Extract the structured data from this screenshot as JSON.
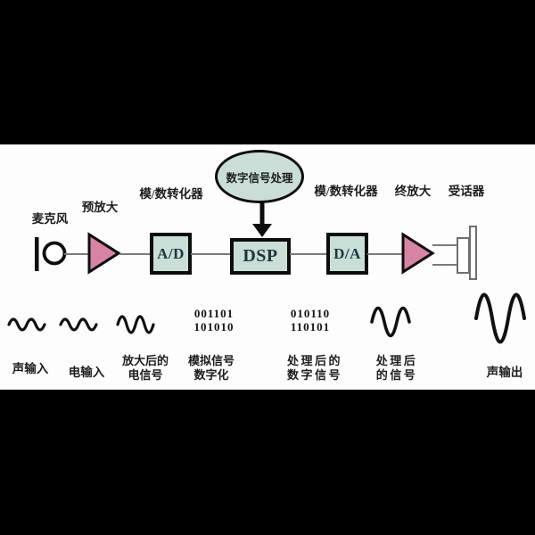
{
  "colors": {
    "background": "#000000",
    "band_bg": "#fdfdfd",
    "block_fill": "#c9ded7",
    "amp_fill": "#d783a6",
    "wire": "#7a7a7a",
    "text": "#1c1c1c",
    "block_text": "#1c3640",
    "outline": "#0d0d0d"
  },
  "top_labels": [
    "麦克风",
    "预放大",
    "模/数转化器",
    "模/数转化器",
    "终放大",
    "受话器"
  ],
  "dsp_bubble": {
    "label": "数字信号处理"
  },
  "blocks": [
    {
      "label": "A/D"
    },
    {
      "label": "DSP"
    },
    {
      "label": "D/A"
    }
  ],
  "binary_left": [
    "001101",
    "101010"
  ],
  "binary_right": [
    "010110",
    "110101"
  ],
  "bottom_labels": [
    {
      "lines": [
        "声输入"
      ]
    },
    {
      "lines": [
        "电输入"
      ]
    },
    {
      "lines": [
        "放大后的",
        "电信号"
      ]
    },
    {
      "lines": [
        "模拟信号",
        "数字化"
      ]
    },
    {
      "lines": [
        "处理后的",
        "数字信号"
      ]
    },
    {
      "lines": [
        "处理后",
        "的信号"
      ]
    },
    {
      "lines": [
        "声输出"
      ]
    }
  ],
  "icons": [
    "microphone-icon",
    "preamp-triangle-icon",
    "down-arrow-icon",
    "final-amp-triangle-icon",
    "receiver-speaker-icon",
    "waveform-sound-input-icon",
    "waveform-electric-input-icon",
    "waveform-amplified-icon",
    "waveform-processed-icon",
    "waveform-sound-output-icon"
  ]
}
